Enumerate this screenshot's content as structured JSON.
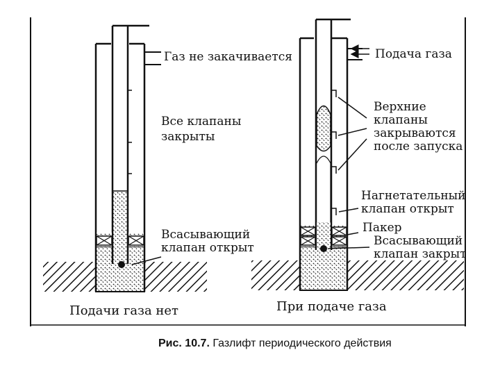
{
  "left_panel": {
    "labels": {
      "gas_not_injected": "Газ не закачивается",
      "all_valves_closed_1": "Все клапаны",
      "all_valves_closed_2": "закрыты",
      "suction_valve_open_1": "Всасывающий",
      "suction_valve_open_2": "клапан открыт"
    },
    "caption": "Подачи газа нет"
  },
  "right_panel": {
    "labels": {
      "gas_supply": "Подача газа",
      "upper_valves_1": "Верхние",
      "upper_valves_2": "клапаны",
      "upper_valves_3": "закрываются",
      "upper_valves_4": "после запуска",
      "injection_valve_1": "Нагнетательный",
      "injection_valve_2": "клапан открыт",
      "packer": "Пакер",
      "suction_valve_closed_1": "Всасывающий",
      "suction_valve_closed_2": "клапан закрыт"
    },
    "caption": "При подаче газа"
  },
  "figure_caption": {
    "number": "Рис. 10.7.",
    "text": "Газлифт периодического действия"
  }
}
